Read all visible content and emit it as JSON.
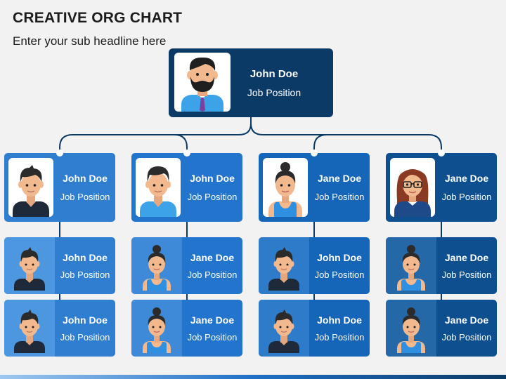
{
  "title": "CREATIVE ORG CHART",
  "subtitle": "Enter your sub headline here",
  "top": {
    "name": "John Doe",
    "position": "Job Position",
    "avatar": "man-beard-tie-avatar-icon"
  },
  "columns": [
    {
      "manager": {
        "name": "John Doe",
        "position": "Job Position",
        "avatar": "man-avatar-icon"
      },
      "members": [
        {
          "name": "John Doe",
          "position": "Job Position",
          "avatar": "man-avatar-icon"
        },
        {
          "name": "John Doe",
          "position": "Job Position",
          "avatar": "man-avatar-icon"
        }
      ]
    },
    {
      "manager": {
        "name": "John Doe",
        "position": "Job Position",
        "avatar": "man-avatar-icon"
      },
      "members": [
        {
          "name": "Jane Doe",
          "position": "Job Position",
          "avatar": "woman-bun-avatar-icon"
        },
        {
          "name": "Jane Doe",
          "position": "Job Position",
          "avatar": "woman-bun-avatar-icon"
        }
      ]
    },
    {
      "manager": {
        "name": "Jane Doe",
        "position": "Job Position",
        "avatar": "woman-bun-avatar-icon"
      },
      "members": [
        {
          "name": "John Doe",
          "position": "Job Position",
          "avatar": "man-avatar-icon"
        },
        {
          "name": "John Doe",
          "position": "Job Position",
          "avatar": "man-avatar-icon"
        }
      ]
    },
    {
      "manager": {
        "name": "Jane Doe",
        "position": "Job Position",
        "avatar": "woman-glasses-avatar-icon"
      },
      "members": [
        {
          "name": "Jane Doe",
          "position": "Job Position",
          "avatar": "woman-bun-avatar-icon"
        },
        {
          "name": "Jane Doe",
          "position": "Job Position",
          "avatar": "woman-bun-avatar-icon"
        }
      ]
    }
  ],
  "colors": {
    "top_box": "#0b3a66",
    "columns": [
      "#2f7ed0",
      "#2274cc",
      "#1565b8",
      "#0d4f8f"
    ],
    "bottom_bar": "#2070c6"
  }
}
